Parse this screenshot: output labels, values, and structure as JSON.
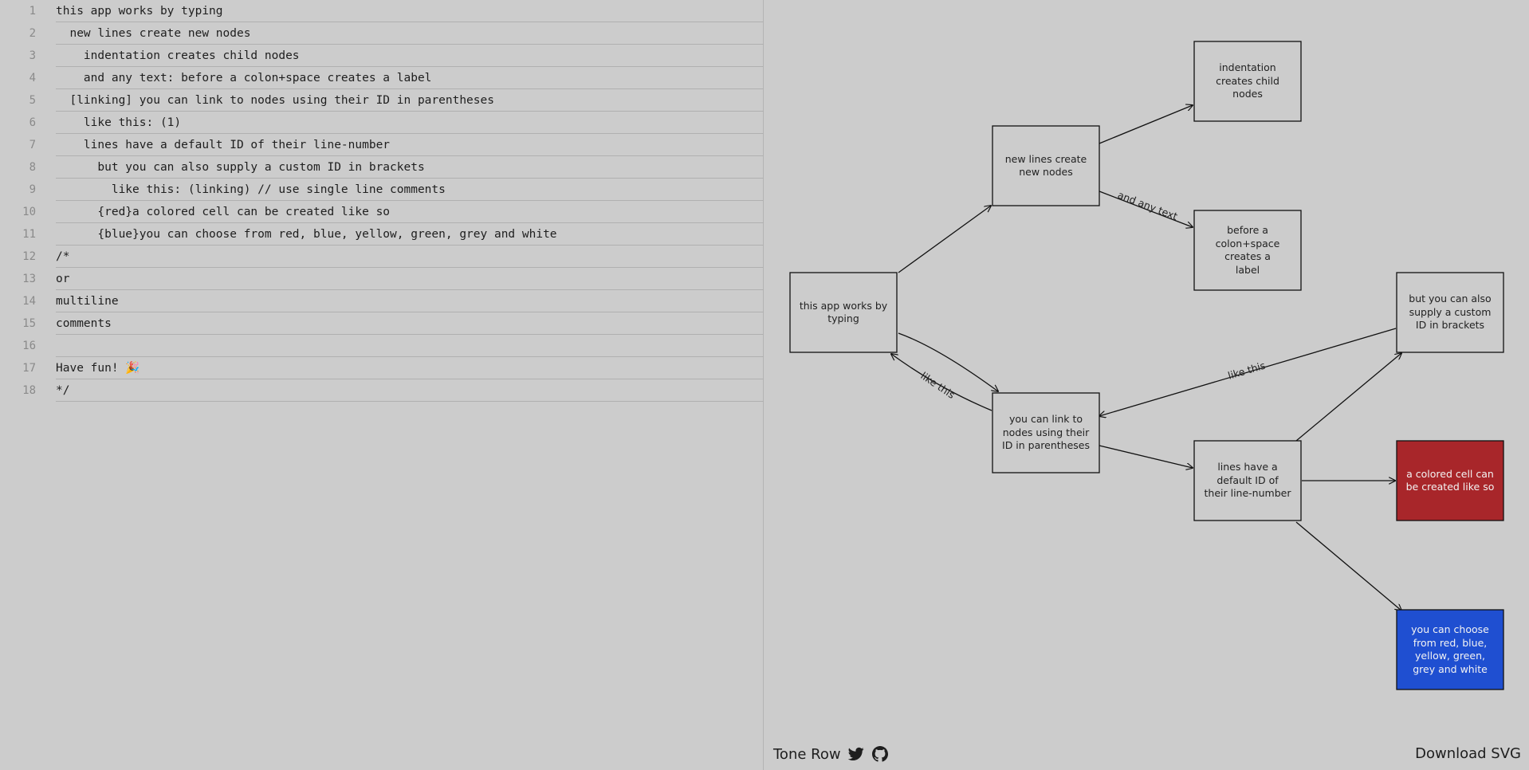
{
  "editor": {
    "lines": [
      {
        "num": "1",
        "text": "this app works by typing"
      },
      {
        "num": "2",
        "text": "  new lines create new nodes"
      },
      {
        "num": "3",
        "text": "    indentation creates child nodes"
      },
      {
        "num": "4",
        "text": "    and any text: before a colon+space creates a label"
      },
      {
        "num": "5",
        "text": "  [linking] you can link to nodes using their ID in parentheses"
      },
      {
        "num": "6",
        "text": "    like this: (1)"
      },
      {
        "num": "7",
        "text": "    lines have a default ID of their line-number"
      },
      {
        "num": "8",
        "text": "      but you can also supply a custom ID in brackets"
      },
      {
        "num": "9",
        "text": "        like this: (linking) // use single line comments"
      },
      {
        "num": "10",
        "text": "      {red}a colored cell can be created like so"
      },
      {
        "num": "11",
        "text": "      {blue}you can choose from red, blue, yellow, green, grey and white"
      },
      {
        "num": "12",
        "text": "/*"
      },
      {
        "num": "13",
        "text": "or"
      },
      {
        "num": "14",
        "text": "multiline"
      },
      {
        "num": "15",
        "text": "comments"
      },
      {
        "num": "16",
        "text": ""
      },
      {
        "num": "17",
        "text": "Have fun! 🎉"
      },
      {
        "num": "18",
        "text": "*/"
      }
    ]
  },
  "graph": {
    "nodes": [
      {
        "id": "n1",
        "label": "this app works by typing",
        "fill": "#cccccc",
        "text_color": "#222222"
      },
      {
        "id": "n2",
        "label": "new lines create new nodes",
        "fill": "#cccccc",
        "text_color": "#222222"
      },
      {
        "id": "n3",
        "label": "indentation creates child nodes",
        "fill": "#cccccc",
        "text_color": "#222222"
      },
      {
        "id": "n4",
        "label": "before a colon+space creates a label",
        "fill": "#cccccc",
        "text_color": "#222222"
      },
      {
        "id": "n5",
        "label": "you can link to nodes using their ID in parentheses",
        "fill": "#cccccc",
        "text_color": "#222222"
      },
      {
        "id": "n7",
        "label": "lines have a default ID of their line-number",
        "fill": "#cccccc",
        "text_color": "#222222"
      },
      {
        "id": "n8",
        "label": "but you can also supply a custom ID in brackets",
        "fill": "#cccccc",
        "text_color": "#222222"
      },
      {
        "id": "n10",
        "label": "a colored cell can be created like so",
        "fill": "#a8262a",
        "text_color": "#f3f3f3"
      },
      {
        "id": "n11",
        "label": "you can choose from red, blue, yellow, green, grey and white",
        "fill": "#1f4fd1",
        "text_color": "#f3f3f3"
      }
    ],
    "edge_labels": {
      "and_any_text": "and any text",
      "like_this_1": "like this",
      "like_this_2": "like this"
    }
  },
  "footer": {
    "brand": "Tone Row",
    "twitter_icon": "twitter-icon",
    "github_icon": "github-icon",
    "download": "Download SVG"
  }
}
